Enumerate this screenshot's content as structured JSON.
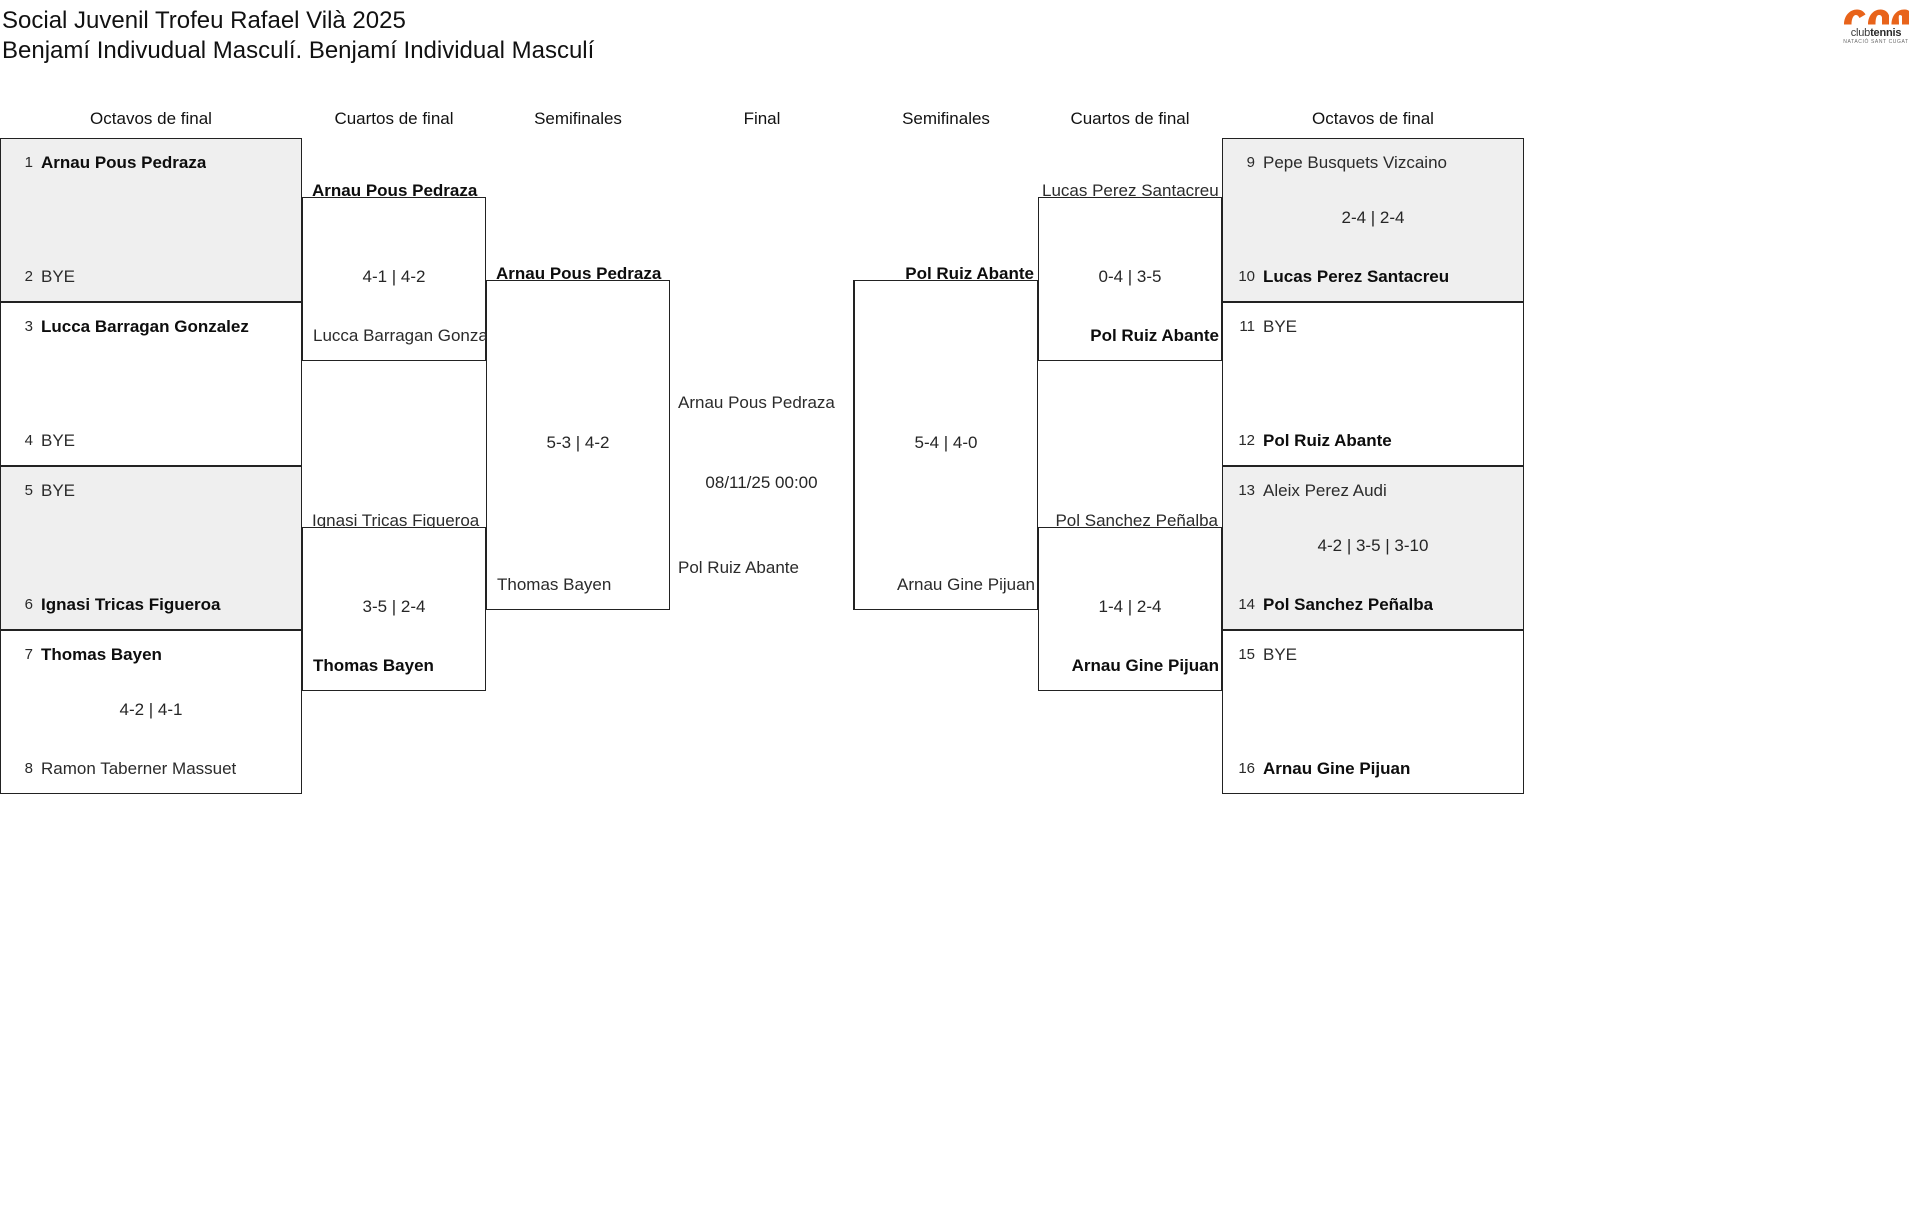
{
  "header": {
    "title_line1": "Social Juvenil Trofeu Rafael Vilà 2025",
    "title_line2": "Benjamí Indivudual Masculí. Benjamí Individual Masculí",
    "logo": {
      "word_club": "club",
      "word_tennis": "tennis",
      "subtitle": "NATACIÓ SANT CUGAT",
      "mark_color": "#E8631A"
    }
  },
  "rounds": {
    "left": [
      {
        "label": "Octavos de final"
      },
      {
        "label": "Cuartos de final"
      },
      {
        "label": "Semifinales"
      }
    ],
    "final": {
      "label": "Final"
    },
    "right": [
      {
        "label": "Semifinales"
      },
      {
        "label": "Cuartos de final"
      },
      {
        "label": "Octavos de final"
      }
    ]
  },
  "bracket_data": {
    "type": "single-elimination",
    "draw_size": 16,
    "left": {
      "round_of_16": [
        {
          "id": "L-R16-1",
          "shaded": true,
          "top": {
            "seed": "1",
            "name": "Arnau Pous Pedraza",
            "winner": true
          },
          "bottom": {
            "seed": "2",
            "name": "BYE",
            "winner": false,
            "bye": true
          },
          "score": ""
        },
        {
          "id": "L-R16-2",
          "shaded": false,
          "top": {
            "seed": "3",
            "name": "Lucca Barragan Gonzalez",
            "winner": true
          },
          "bottom": {
            "seed": "4",
            "name": "BYE",
            "winner": false,
            "bye": true
          },
          "score": ""
        },
        {
          "id": "L-R16-3",
          "shaded": true,
          "top": {
            "seed": "5",
            "name": "BYE",
            "winner": false,
            "bye": true
          },
          "bottom": {
            "seed": "6",
            "name": "Ignasi Tricas Figueroa",
            "winner": true
          },
          "score": ""
        },
        {
          "id": "L-R16-4",
          "shaded": false,
          "top": {
            "seed": "7",
            "name": "Thomas Bayen",
            "winner": true
          },
          "bottom": {
            "seed": "8",
            "name": "Ramon Taberner Massuet",
            "winner": false
          },
          "score": "4-2 | 4-1"
        }
      ],
      "quarterfinals": [
        {
          "id": "L-QF-1",
          "top": {
            "name": "Arnau Pous Pedraza",
            "winner": true
          },
          "bottom": {
            "name": "Lucca Barragan Gonzalez",
            "winner": false
          },
          "score": "4-1 | 4-2"
        },
        {
          "id": "L-QF-2",
          "top": {
            "name": "Ignasi Tricas Figueroa",
            "winner": false
          },
          "bottom": {
            "name": "Thomas Bayen",
            "winner": true
          },
          "score": "3-5 | 2-4"
        }
      ],
      "semifinals": [
        {
          "id": "L-SF-1",
          "top": {
            "name": "Arnau Pous Pedraza",
            "winner": true
          },
          "bottom": {
            "name": "Thomas Bayen",
            "winner": false
          },
          "score": "5-3 | 4-2"
        }
      ]
    },
    "final": {
      "id": "FINAL",
      "top": {
        "name": "Arnau Pous Pedraza",
        "winner": false
      },
      "bottom": {
        "name": "Pol Ruiz Abante",
        "winner": false
      },
      "score": "08/11/25 00:00"
    },
    "right": {
      "round_of_16": [
        {
          "id": "R-R16-1",
          "shaded": true,
          "top": {
            "seed": "9",
            "name": "Pepe Busquets Vizcaino",
            "winner": false
          },
          "bottom": {
            "seed": "10",
            "name": "Lucas Perez Santacreu",
            "winner": true
          },
          "score": "2-4 | 2-4"
        },
        {
          "id": "R-R16-2",
          "shaded": false,
          "top": {
            "seed": "11",
            "name": "BYE",
            "winner": false,
            "bye": true
          },
          "bottom": {
            "seed": "12",
            "name": "Pol Ruiz Abante",
            "winner": true
          },
          "score": ""
        },
        {
          "id": "R-R16-3",
          "shaded": true,
          "top": {
            "seed": "13",
            "name": "Aleix Perez Audi",
            "winner": false
          },
          "bottom": {
            "seed": "14",
            "name": "Pol Sanchez Peñalba",
            "winner": true
          },
          "score": "4-2 | 3-5 | 3-10"
        },
        {
          "id": "R-R16-4",
          "shaded": false,
          "top": {
            "seed": "15",
            "name": "BYE",
            "winner": false,
            "bye": true
          },
          "bottom": {
            "seed": "16",
            "name": "Arnau Gine Pijuan",
            "winner": true
          },
          "score": ""
        }
      ],
      "quarterfinals": [
        {
          "id": "R-QF-1",
          "top": {
            "name": "Lucas Perez Santacreu",
            "winner": false
          },
          "bottom": {
            "name": "Pol Ruiz Abante",
            "winner": true
          },
          "score": "0-4 | 3-5"
        },
        {
          "id": "R-QF-2",
          "top": {
            "name": "Pol Sanchez Peñalba",
            "winner": false
          },
          "bottom": {
            "name": "Arnau Gine Pijuan",
            "winner": true
          },
          "score": "1-4 | 2-4"
        }
      ],
      "semifinals": [
        {
          "id": "R-SF-1",
          "top": {
            "name": "Pol Ruiz Abante",
            "winner": true
          },
          "bottom": {
            "name": "Arnau Gine Pijuan",
            "winner": false
          },
          "score": "5-4 | 4-0"
        }
      ]
    }
  }
}
